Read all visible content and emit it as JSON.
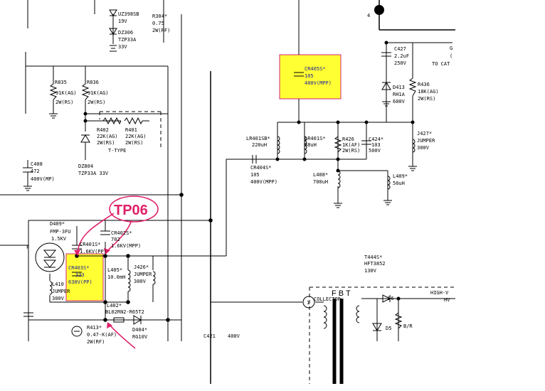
{
  "parts": {
    "uz398sb": [
      "UZ398SB",
      "19V"
    ],
    "dz306": [
      "DZ306",
      "TZP33A",
      "33V"
    ],
    "r304": [
      "R304*",
      "0.75",
      "2W(RF)"
    ],
    "r835": [
      "R835",
      "91K(AG)",
      "2W(RS)"
    ],
    "r836": [
      "R836",
      "91K(AG)",
      "2W(RS)"
    ],
    "r402": [
      "R402",
      "22K(AG)",
      "2W(RS)"
    ],
    "r401": [
      "R401",
      "22K(AG)",
      "2W(RS)"
    ],
    "ttype": "T-TYPE",
    "dz804": [
      "DZ804",
      "TZP33A 33V"
    ],
    "c408": [
      "C408",
      "472",
      "400V(MP)"
    ],
    "cr405s": [
      "CR405S*",
      "105",
      "400V(MPP)"
    ],
    "c427": [
      "C427",
      "2.2uF",
      "250V"
    ],
    "d413": [
      "D413",
      "RH1A",
      "600V"
    ],
    "r436": [
      "R436",
      "18K(AG)",
      "2W(RS)"
    ],
    "lr401sb": [
      "LR401SB*",
      "220uH"
    ],
    "lr401s": [
      "LR401S*",
      "58uH"
    ],
    "r426": [
      "R426",
      "1K(AF)",
      "2W(RS)"
    ],
    "c424": [
      "C424*",
      "103",
      "500V"
    ],
    "j427": [
      "J427*",
      "JUMPER",
      "300V"
    ],
    "cr404s": [
      "CR404S*",
      "105",
      "400V(MPP)"
    ],
    "l408": [
      "L408*",
      "700uH"
    ],
    "l409": [
      "L409*",
      "50uH"
    ],
    "d409": [
      "D409*",
      "FMP-3FU",
      "1.5KV"
    ],
    "cr402s": [
      "CR402S*",
      "702",
      "1.6KV(MPP)"
    ],
    "cr401s": [
      "CR401S*",
      "1.6KV(PP)"
    ],
    "cr403s": [
      "CR403S*",
      "333",
      "630V(PP)"
    ],
    "l405": [
      "L405*",
      "10.0mH"
    ],
    "j426": [
      "J426*",
      "JUMPER",
      "300V"
    ],
    "l410": [
      "L410",
      "JUMPER",
      "300V"
    ],
    "l402": [
      "L402*",
      "BL02RN2-R65T2"
    ],
    "d404": [
      "D404*",
      "RG10V"
    ],
    "r413": [
      "R413*",
      "0.47-K(AF)",
      "2W(RF)"
    ],
    "c421": [
      "C421",
      "400V"
    ],
    "t444s": [
      "T444S*",
      "HFT3852",
      "130V"
    ],
    "fbt": "FBT",
    "collector": "COLLECTOR",
    "d6": "D6",
    "d5": "D5",
    "br": "B/R",
    "highv": [
      "HIGH-V",
      "HV"
    ],
    "tocat": "TO CAT",
    "g": "G",
    "paren": "(",
    "one": "1",
    "four": "4",
    "f": "F"
  },
  "markers": {
    "tp06": "TP06"
  },
  "colors": {
    "highlight_fill": "#ffff33",
    "highlight_stroke": "#d4207a",
    "marker": "#e0206a",
    "wire": "#000000"
  }
}
